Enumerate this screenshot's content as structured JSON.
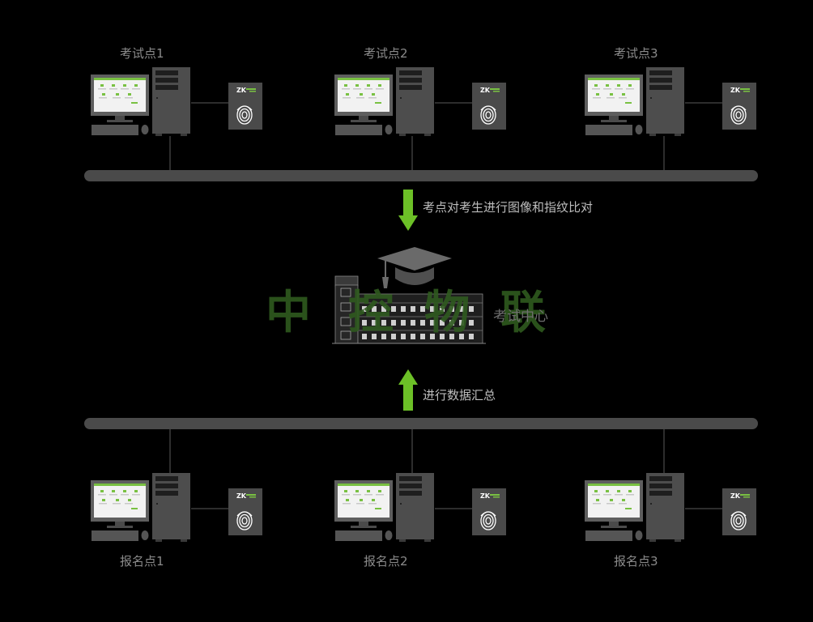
{
  "colors": {
    "bus": "#4a4a4a",
    "arrow": "#6cc027",
    "watermark": "#2f5a1f",
    "screen_bar": "#79c142"
  },
  "exam_points": [
    {
      "label": "考试点1"
    },
    {
      "label": "考试点2"
    },
    {
      "label": "考试点3"
    }
  ],
  "registration_points": [
    {
      "label": "报名点1"
    },
    {
      "label": "报名点2"
    },
    {
      "label": "报名点3"
    }
  ],
  "arrow_down_label": "考点对考生进行图像和指纹比对",
  "arrow_up_label": "进行数据汇总",
  "center_label": "考试中心",
  "watermark": [
    "中",
    "控",
    "物",
    "联"
  ],
  "device_logo": "ZK",
  "icons": {
    "monitor": "monitor-icon",
    "tower": "computer-tower-icon",
    "keyboard": "keyboard-icon",
    "mouse": "mouse-icon",
    "scanner": "fingerprint-scanner-icon",
    "building": "school-building-icon",
    "cap": "graduation-cap-icon"
  }
}
